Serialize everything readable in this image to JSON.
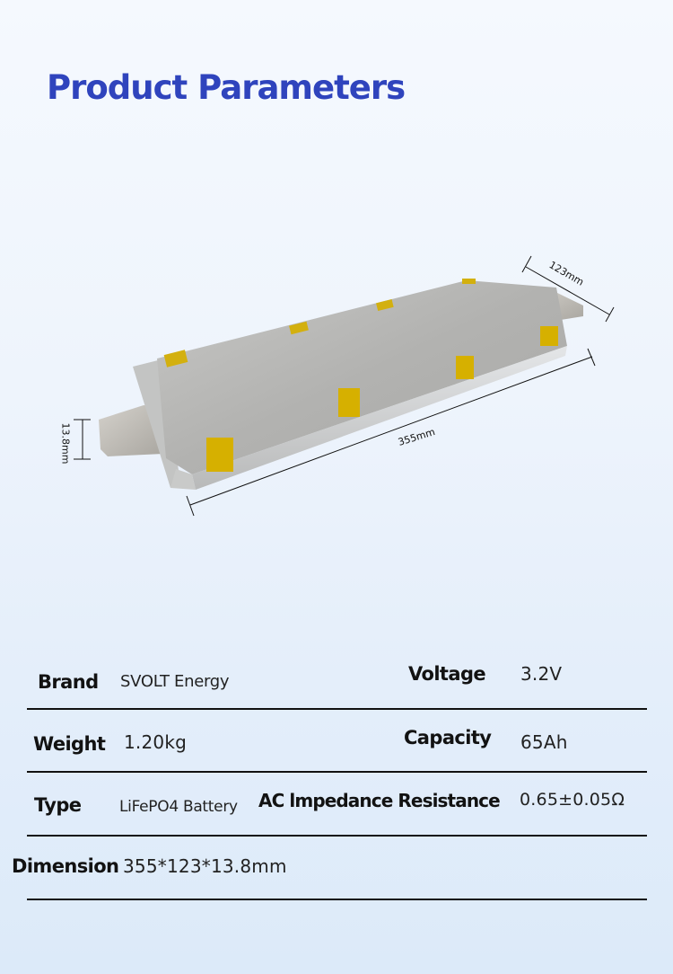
{
  "header": {
    "title": "Product Parameters"
  },
  "figure": {
    "description": "Pouch LiFePO4 battery cell with dimension annotations",
    "dimensions": {
      "width_label": "123mm",
      "length_label": "355mm",
      "thickness_label": "13.8mm"
    },
    "colors": {
      "cell": "#b9b9b7",
      "tape": "#d8b400",
      "tab": "#c9c6c0"
    }
  },
  "params": {
    "brand": {
      "label": "Brand",
      "value": "SVOLT Energy"
    },
    "voltage": {
      "label": "Voltage",
      "value": "3.2V"
    },
    "weight": {
      "label": "Weight",
      "value": "1.20kg"
    },
    "capacity": {
      "label": "Capacity",
      "value": "65Ah"
    },
    "type": {
      "label": "Type",
      "value": "LiFePO4 Battery"
    },
    "impedance": {
      "label": "AC lmpedance Resistance",
      "value": "0.65±0.05Ω"
    },
    "dimension": {
      "label": "Dimension",
      "value": "355*123*13.8mm"
    }
  },
  "theme": {
    "title_color": "#2f44bd",
    "text_color": "#111111",
    "bg_top": "#f5f9fe",
    "bg_bottom": "#dceaf9"
  }
}
